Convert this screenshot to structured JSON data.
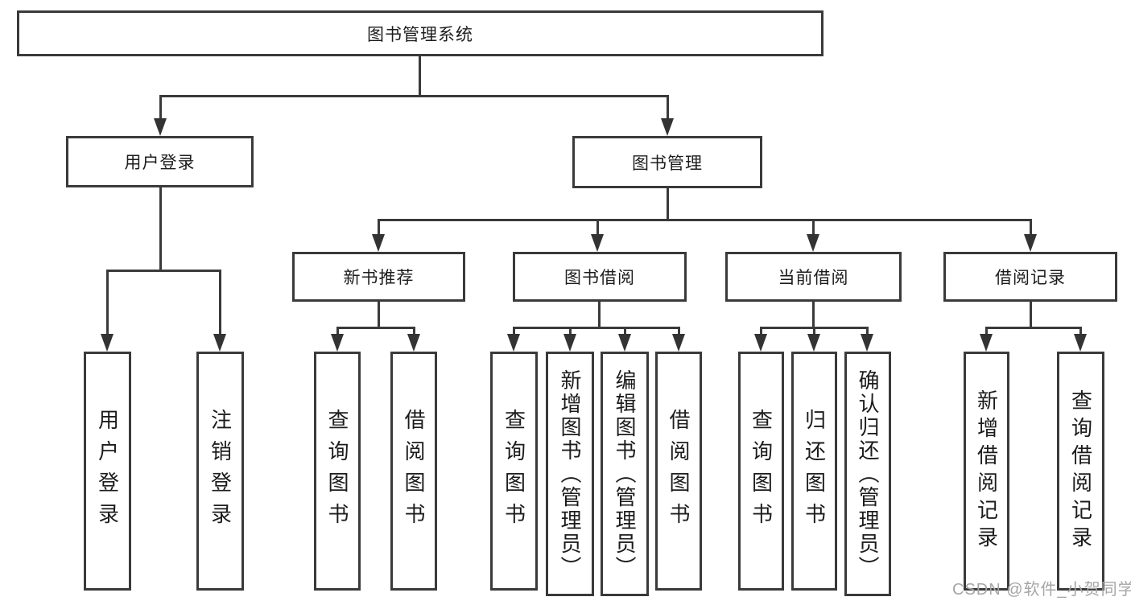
{
  "diagram": {
    "root_label": "图书管理系统",
    "level2": [
      {
        "label": "用户登录"
      },
      {
        "label": "图书管理"
      }
    ],
    "level3": [
      {
        "label": "新书推荐"
      },
      {
        "label": "图书借阅"
      },
      {
        "label": "当前借阅"
      },
      {
        "label": "借阅记录"
      }
    ],
    "leaves": {
      "user_login": [
        "用户登录",
        "注销登录"
      ],
      "new_books": [
        "查询图书",
        "借阅图书"
      ],
      "book_borrow": [
        "查询图书",
        "新增图书（管理员）",
        "编辑图书（管理员）",
        "借阅图书"
      ],
      "current_borrow": [
        "查询图书",
        "归还图书",
        "确认归还（管理员）"
      ],
      "borrow_records": [
        "新增借阅记录",
        "查询借阅记录"
      ]
    }
  },
  "watermark": {
    "text": "CSDN @软件_小贺同学"
  },
  "colors": {
    "line": "#3a3a3a",
    "text": "#1c1c1c",
    "background": "#ffffff",
    "watermark_text": "#a6a6a6"
  }
}
